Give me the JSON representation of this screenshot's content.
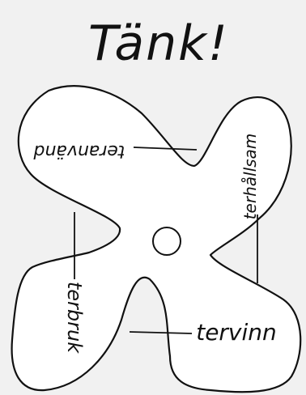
{
  "title": "Tänk!",
  "petals": {
    "top_left": "teranvänd",
    "top_right": "terhållsam",
    "bottom_left": "terbruk",
    "bottom_right": "tervinn"
  }
}
